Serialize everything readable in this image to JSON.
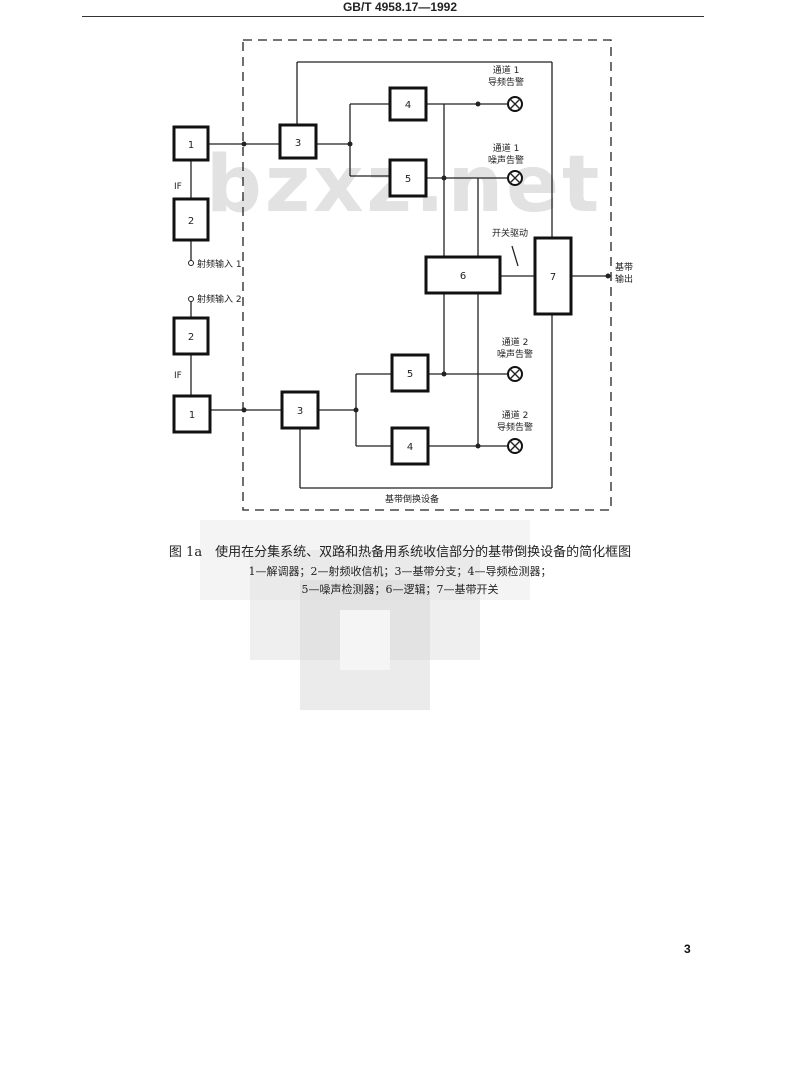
{
  "header": {
    "standard_code": "GB/T 4958.17—1992"
  },
  "watermark": "bzxz.net",
  "diagram": {
    "labels": {
      "rf_input_1": "射频输入 1",
      "rf_input_2": "射频输入 2",
      "if_1": "IF",
      "if_2": "IF",
      "ch1_pilot_alarm": [
        "通道 1",
        "导频告警"
      ],
      "ch1_noise_alarm": [
        "通道 1",
        "噪声告警"
      ],
      "ch2_noise_alarm": [
        "通道 2",
        "噪声告警"
      ],
      "ch2_pilot_alarm": [
        "通道 2",
        "导频告警"
      ],
      "switch_drive": "开关驱动",
      "baseband_output": [
        "基带",
        "输出"
      ],
      "equipment_name": "基带倒换设备"
    },
    "blocks": [
      {
        "id": "b1_top",
        "num": "1"
      },
      {
        "id": "b2_top",
        "num": "2"
      },
      {
        "id": "b3_top",
        "num": "3"
      },
      {
        "id": "b4_top",
        "num": "4"
      },
      {
        "id": "b5_top",
        "num": "5"
      },
      {
        "id": "b6",
        "num": "6"
      },
      {
        "id": "b7",
        "num": "7"
      },
      {
        "id": "b2_bot",
        "num": "2"
      },
      {
        "id": "b1_bot",
        "num": "1"
      },
      {
        "id": "b3_bot",
        "num": "3"
      },
      {
        "id": "b5_bot",
        "num": "5"
      },
      {
        "id": "b4_bot",
        "num": "4"
      }
    ]
  },
  "caption": {
    "title": "图 1a　使用在分集系统、双路和热备用系统收信部分的基带倒换设备的简化框图",
    "legend_line1": "1—解调器；2—射频收信机；3—基带分支；4—导频检测器；",
    "legend_line2": "5—噪声检测器；6—逻辑；7—基带开关"
  },
  "page_number": "3"
}
